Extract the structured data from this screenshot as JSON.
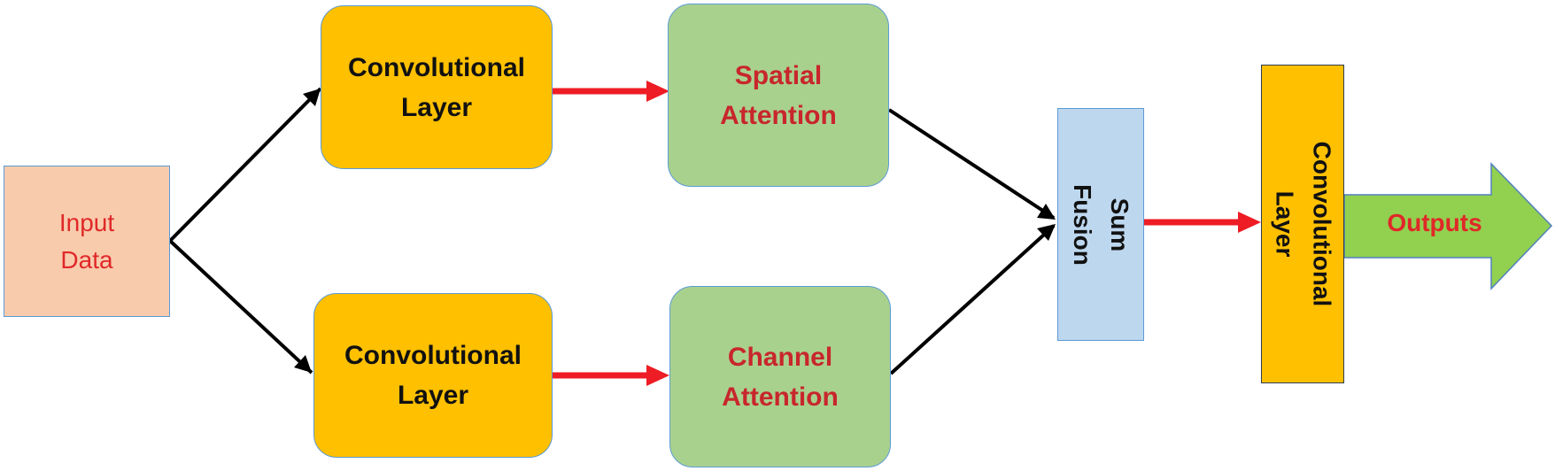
{
  "nodes": {
    "input": "Input\nData",
    "conv_top": "Convolutional\nLayer",
    "conv_bottom": "Convolutional\nLayer",
    "spatial_attention": "Spatial\nAttention",
    "channel_attention": "Channel\nAttention",
    "sum_fusion": "Sum Fusion",
    "conv_final": "Convolutional Layer",
    "outputs": "Outputs"
  },
  "colors": {
    "input_fill": "#f8cbad",
    "conv_fill": "#ffc000",
    "attention_fill": "#a9d18e",
    "sum_fill": "#bdd7ee",
    "output_arrow_fill": "#92d050",
    "red_arrow": "#ee1c24",
    "black_arrow": "#000000",
    "red_text": "#e02828"
  }
}
